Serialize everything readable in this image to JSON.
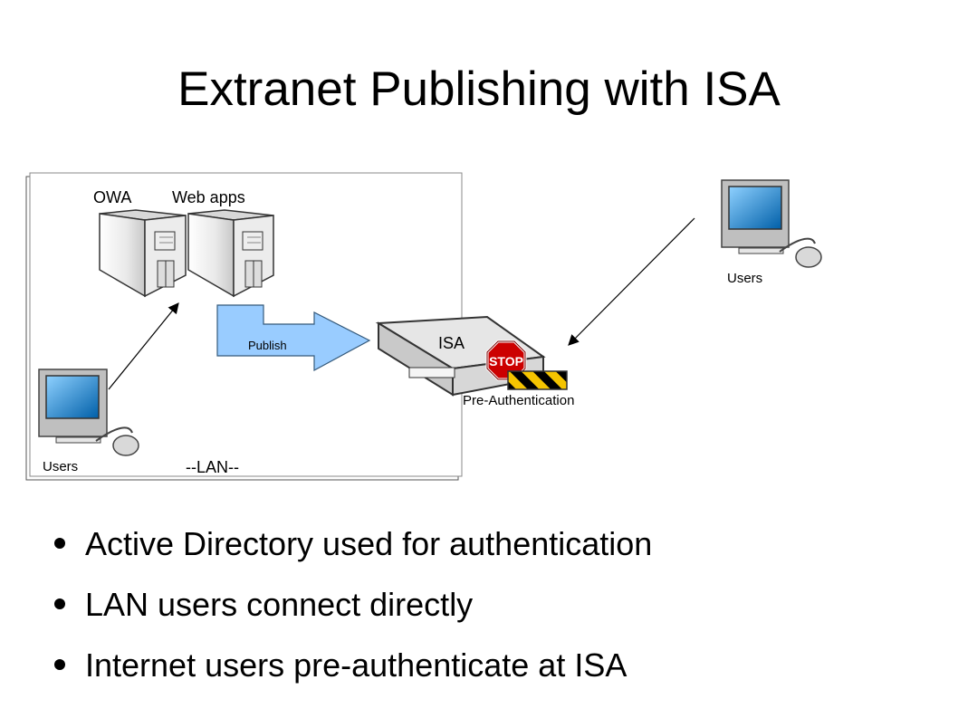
{
  "slide": {
    "title": "Extranet Publishing with ISA"
  },
  "diagram": {
    "servers": {
      "owa_label": "OWA",
      "webapps_label": "Web apps"
    },
    "lan": {
      "users_label": "Users",
      "lan_label": "--LAN--"
    },
    "publish_label": "Publish",
    "isa": {
      "label": "ISA",
      "stop_text": "STOP",
      "preauth_label": "Pre-Authentication"
    },
    "remote_users_label": "Users"
  },
  "bullets": [
    "Active Directory used for authentication",
    "LAN users connect directly",
    "Internet users pre-authenticate at ISA"
  ],
  "colors": {
    "publish_arrow_fill": "#99ccff",
    "stop_sign": "#cc0000",
    "monitor_screen": "#0066aa",
    "server_body": "#f2f2f2"
  }
}
